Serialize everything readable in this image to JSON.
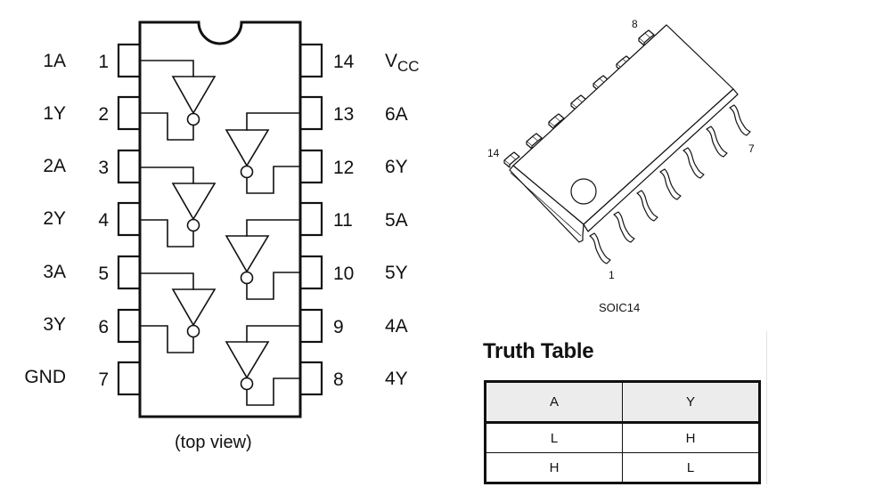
{
  "dip_diagram": {
    "caption": "(top view)",
    "left_pins": [
      {
        "number": "1",
        "label": "1A"
      },
      {
        "number": "2",
        "label": "1Y"
      },
      {
        "number": "3",
        "label": "2A"
      },
      {
        "number": "4",
        "label": "2Y"
      },
      {
        "number": "5",
        "label": "3A"
      },
      {
        "number": "6",
        "label": "3Y"
      },
      {
        "number": "7",
        "label": "GND"
      }
    ],
    "right_pins": [
      {
        "number": "14",
        "label": "V",
        "label_sub": "CC"
      },
      {
        "number": "13",
        "label": "6A"
      },
      {
        "number": "12",
        "label": "6Y"
      },
      {
        "number": "11",
        "label": "5A"
      },
      {
        "number": "10",
        "label": "5Y"
      },
      {
        "number": "9",
        "label": "4A"
      },
      {
        "number": "8",
        "label": "4Y"
      }
    ],
    "gate_count": 6,
    "gate_type": "inverter"
  },
  "package_drawing": {
    "caption": "SOIC14",
    "pin_labels": {
      "first": "1",
      "last_bottom": "7",
      "first_top": "8",
      "last_top": "14"
    }
  },
  "truth_table": {
    "title": "Truth Table",
    "headers": [
      "A",
      "Y"
    ],
    "rows": [
      [
        "L",
        "H"
      ],
      [
        "H",
        "L"
      ]
    ]
  },
  "colors": {
    "line": "#111111",
    "header_fill": "#ececec",
    "background": "#ffffff"
  }
}
